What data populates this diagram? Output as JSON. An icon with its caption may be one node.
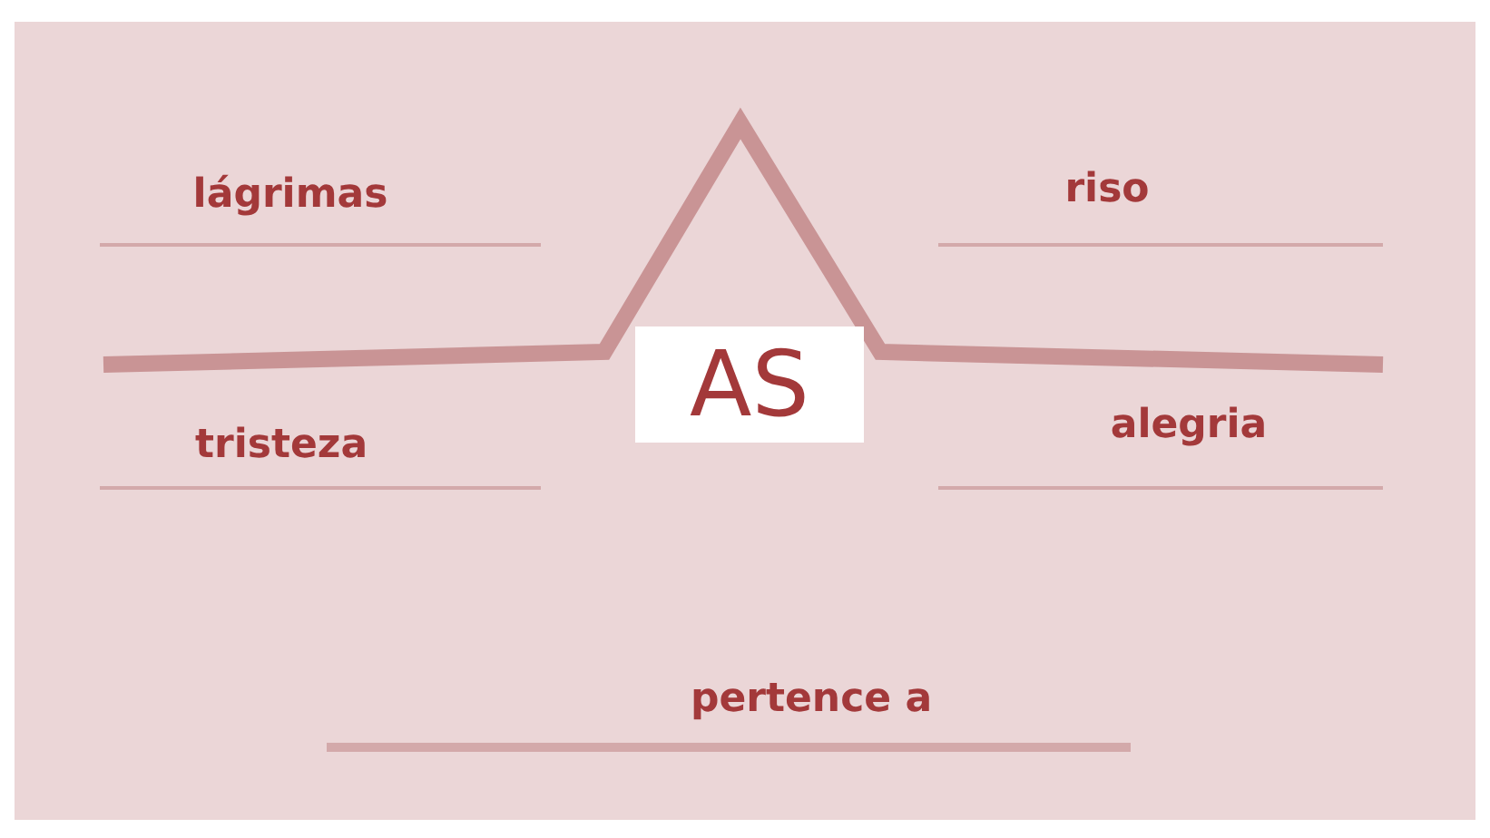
{
  "diagram": {
    "nodes": [
      {
        "text": [
          "AS"
        ]
      }
    ],
    "labels": [
      "lágrimas",
      "riso",
      "tristeza",
      "alegria",
      "pertence a"
    ]
  }
}
